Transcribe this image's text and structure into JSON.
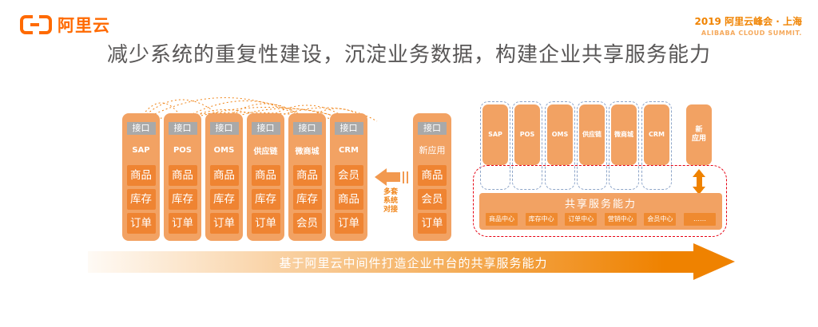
{
  "header": {
    "logo_text": "阿里云",
    "event_line1": "2019 阿里云峰会 · 上海",
    "event_line2": "ALIBABA CLOUD SUMMIT."
  },
  "title": "减少系统的重复性建设，沉淀业务数据，构建企业共享服务能力",
  "labels": {
    "interface": "接口"
  },
  "left_systems": [
    {
      "name": "SAP",
      "items": [
        "商品",
        "库存",
        "订单"
      ]
    },
    {
      "name": "POS",
      "items": [
        "商品",
        "库存",
        "订单"
      ]
    },
    {
      "name": "OMS",
      "items": [
        "商品",
        "库存",
        "订单"
      ]
    },
    {
      "name": "供应链",
      "items": [
        "商品",
        "库存",
        "订单"
      ]
    },
    {
      "name": "微商城",
      "items": [
        "商品",
        "库存",
        "会员"
      ]
    },
    {
      "name": "CRM",
      "items": [
        "会员",
        "商品",
        "订单"
      ]
    }
  ],
  "docking_note": [
    "多套",
    "系统",
    "对接"
  ],
  "new_app": {
    "name": "新应用",
    "items": [
      "商品",
      "会员",
      "订单"
    ]
  },
  "right_systems": [
    "SAP",
    "POS",
    "OMS",
    "供应链",
    "微商城",
    "CRM"
  ],
  "right_new_app": [
    "新",
    "应用"
  ],
  "shared_services": {
    "title": "共享服务能力",
    "centers": [
      "商品中心",
      "库存中心",
      "订单中心",
      "营销中心",
      "会员中心",
      "……"
    ]
  },
  "bottom_banner": "基于阿里云中间件打造企业中台的共享服务能力",
  "colors": {
    "brand_orange": "#FF6A00",
    "column_fill": "#F2A263",
    "box_fill": "#EF8432",
    "interface_gray": "#A9A9A9",
    "dashed_blue": "#8FA6C9",
    "dashed_red": "#E60012",
    "banner_orange": "#EF8200",
    "title_text": "#595757"
  }
}
